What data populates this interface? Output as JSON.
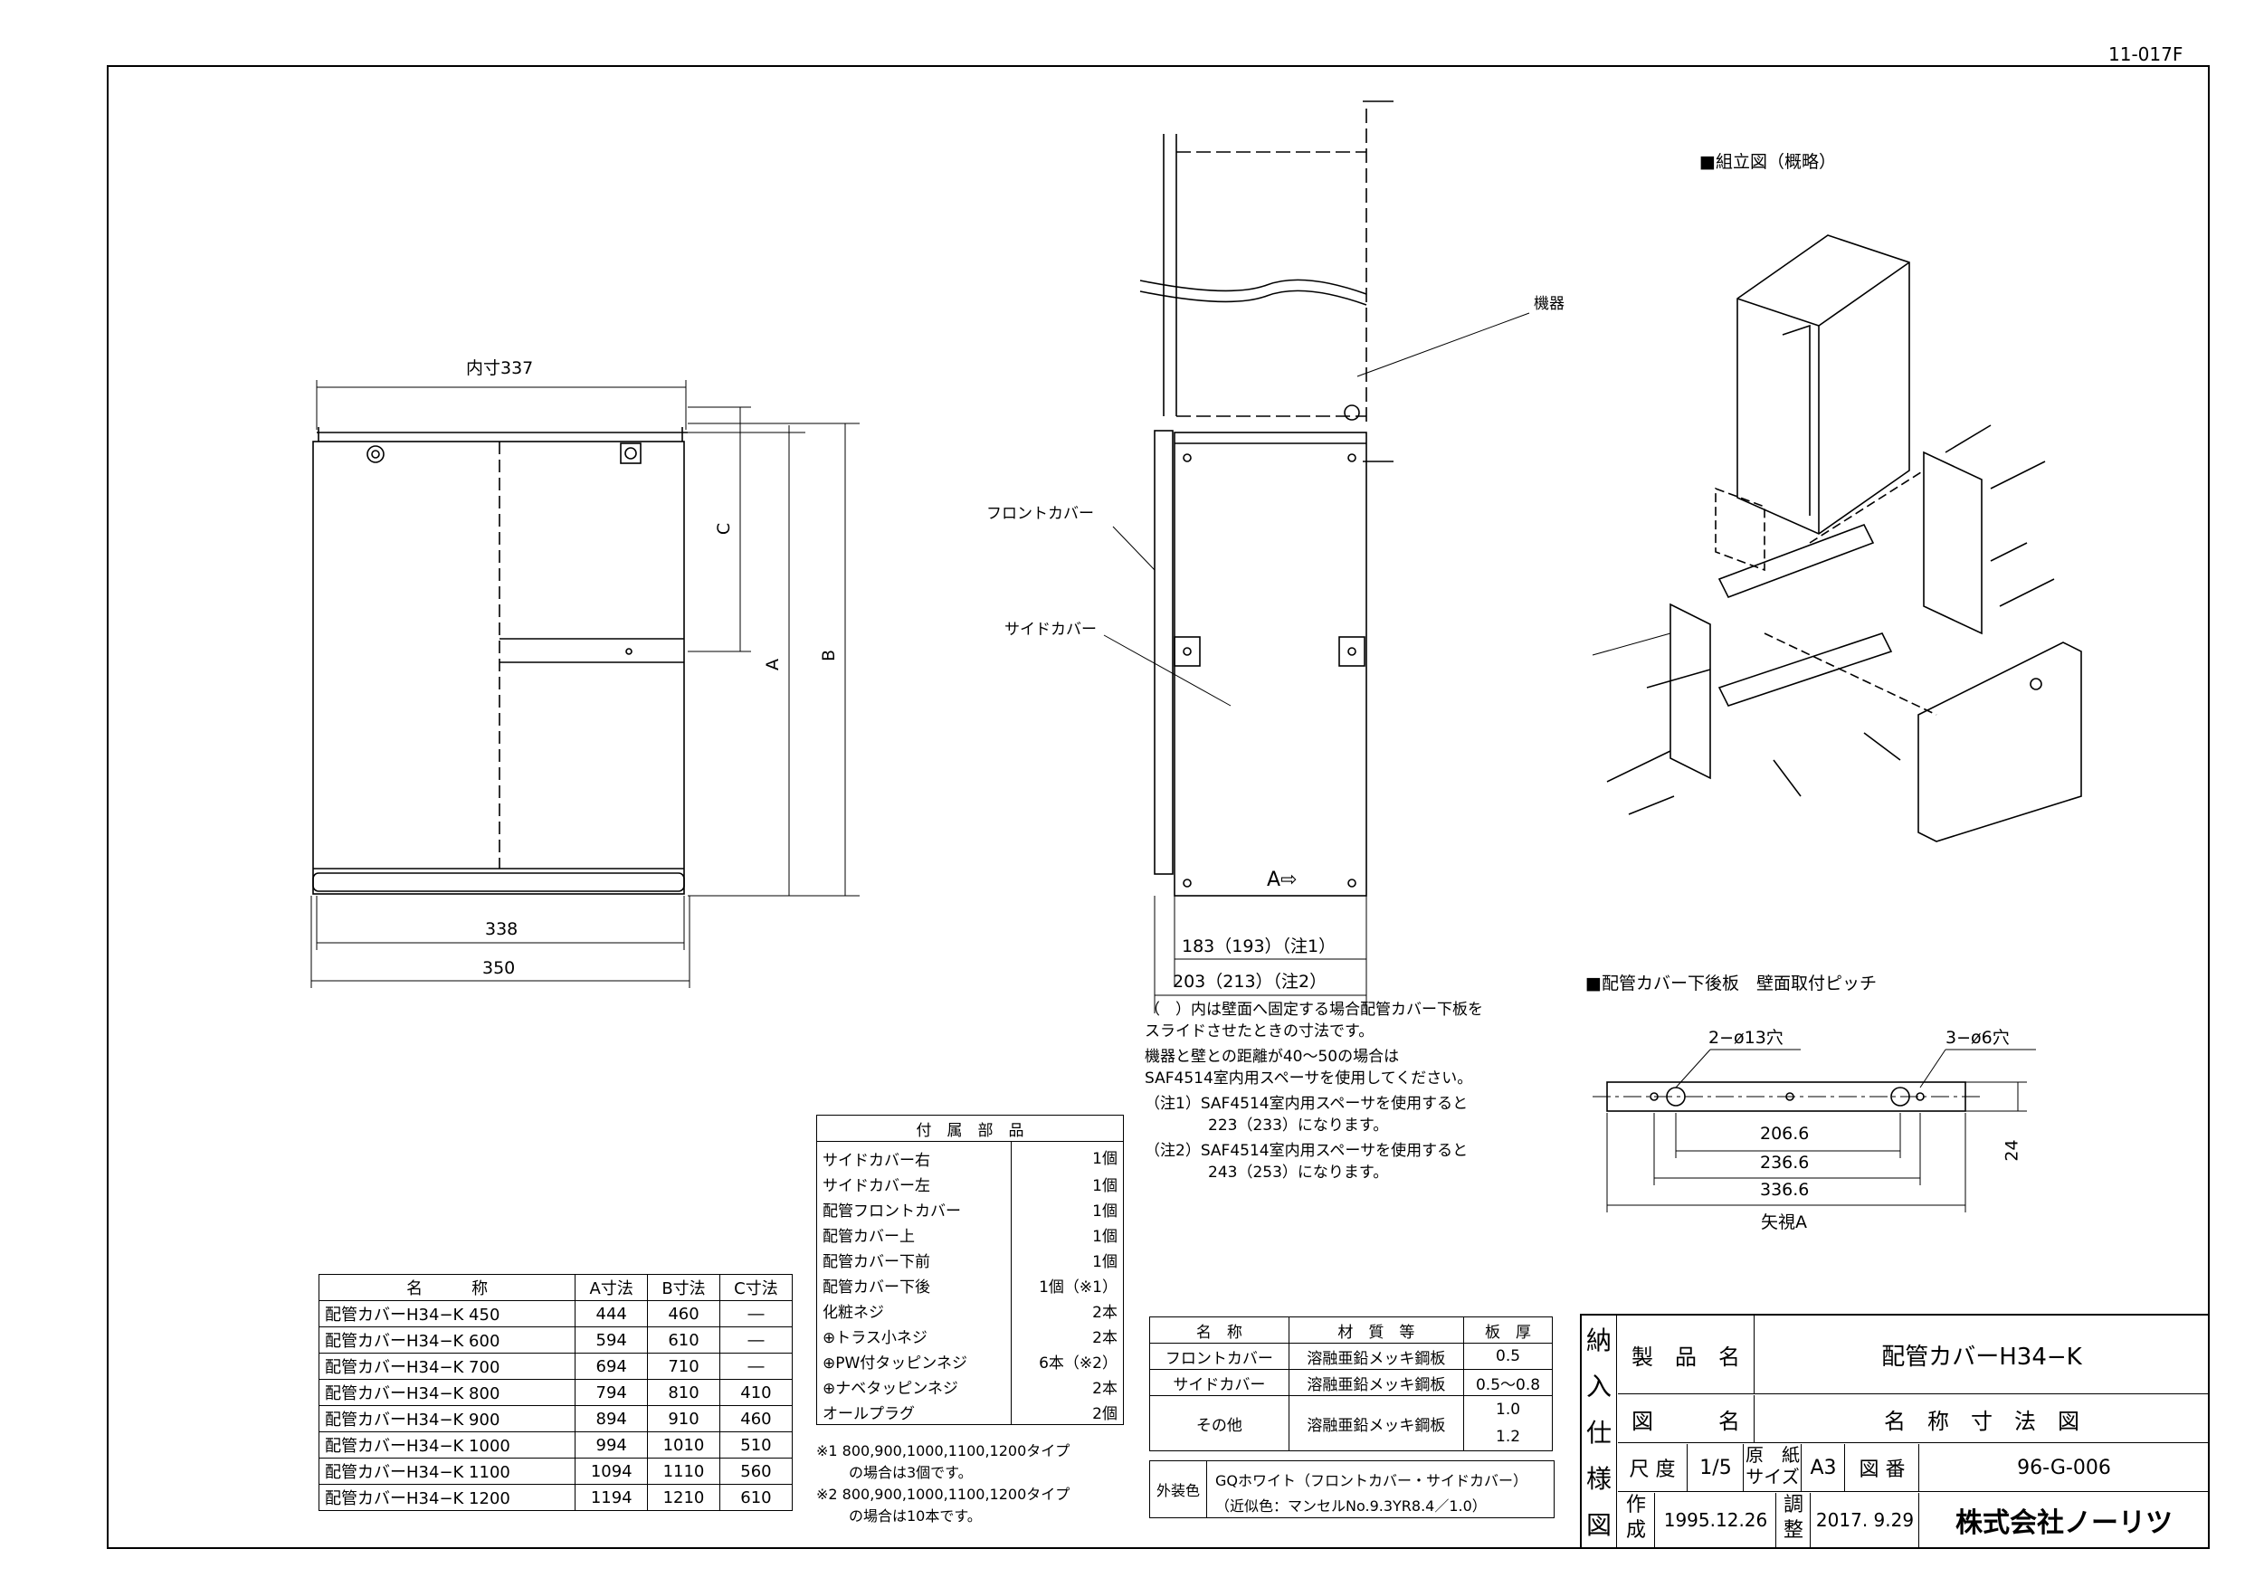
{
  "doc_number": "11-017F",
  "front_view": {
    "inner_label": "内寸337",
    "bottom_inner": "338",
    "bottom_outer": "350",
    "dim_c": "C",
    "dim_a": "A",
    "dim_b": "B"
  },
  "side_view": {
    "front_cover_label": "フロントカバー",
    "side_cover_label": "サイドカバー",
    "device_label": "機器",
    "arrow_label": "A⇨",
    "dim1": "183（193）（注1）",
    "dim2": "203（213）（注2）"
  },
  "notes": [
    "（　）内は壁面へ固定する場合配管カバー下板を",
    "スライドさせたときの寸法です。",
    "機器と壁との距離が40～50の場合は",
    "SAF4514室内用スペーサを使用してください。",
    "（注1）SAF4514室内用スペーサを使用すると",
    "223（233）になります。",
    "（注2）SAF4514室内用スペーサを使用すると",
    "243（253）になります。"
  ],
  "assembly": {
    "title": "■組立図（概略）"
  },
  "pitch_view": {
    "title": "■配管カバー下後板　壁面取付ピッチ",
    "hole_left": "2−ø13穴",
    "hole_right": "3−ø6穴",
    "d1": "206.6",
    "d2": "236.6",
    "d3": "336.6",
    "height": "24",
    "view_label": "矢視A"
  },
  "size_table": {
    "headers": [
      "名　　　称",
      "A寸法",
      "B寸法",
      "C寸法"
    ],
    "rows": [
      [
        "配管カバーH34−K 450",
        "444",
        "460",
        "―"
      ],
      [
        "配管カバーH34−K 600",
        "594",
        "610",
        "―"
      ],
      [
        "配管カバーH34−K 700",
        "694",
        "710",
        "―"
      ],
      [
        "配管カバーH34−K 800",
        "794",
        "810",
        "410"
      ],
      [
        "配管カバーH34−K 900",
        "894",
        "910",
        "460"
      ],
      [
        "配管カバーH34−K 1000",
        "994",
        "1010",
        "510"
      ],
      [
        "配管カバーH34−K 1100",
        "1094",
        "1110",
        "560"
      ],
      [
        "配管カバーH34−K 1200",
        "1194",
        "1210",
        "610"
      ]
    ]
  },
  "accessories": {
    "header": "付　属　部　品",
    "rows": [
      [
        "サイドカバー右",
        "1個"
      ],
      [
        "サイドカバー左",
        "1個"
      ],
      [
        "配管フロントカバー",
        "1個"
      ],
      [
        "配管カバー上",
        "1個"
      ],
      [
        "配管カバー下前",
        "1個"
      ],
      [
        "配管カバー下後",
        "1個（※1）"
      ],
      [
        "化粧ネジ",
        "2本"
      ],
      [
        "⊕トラス小ネジ",
        "2本"
      ],
      [
        "⊕PW付タッピンネジ",
        "6本（※2）"
      ],
      [
        "⊕ナベタッピンネジ",
        "2本"
      ],
      [
        "オールプラグ",
        "2個"
      ]
    ],
    "footnotes": [
      "※1 800,900,1000,1100,1200タイプ",
      "の場合は3個です。",
      "※2 800,900,1000,1100,1200タイプ",
      "の場合は10本です。"
    ]
  },
  "material_table": {
    "headers": [
      "名　称",
      "材　質　等",
      "板　厚"
    ],
    "rows": [
      [
        "フロントカバー",
        "溶融亜鉛メッキ鋼板",
        "0.5"
      ],
      [
        "サイドカバー",
        "溶融亜鉛メッキ鋼板",
        "0.5～0.8"
      ],
      [
        "その他",
        "溶融亜鉛メッキ鋼板",
        "1.0",
        "1.2"
      ]
    ],
    "color_label": "外装色",
    "color_line1": "GQホワイト（フロントカバー・サイドカバー）",
    "color_line2": "（近似色：マンセルNo.9.3YR8.4／1.0）"
  },
  "title_block": {
    "vertical": [
      "納",
      "入",
      "仕",
      "様",
      "図"
    ],
    "product_name_label": "製　品　名",
    "product_name": "配管カバーH34−K",
    "drawing_name_label": "図　　　名",
    "drawing_name": "名　称　寸　法　図",
    "scale_label": "尺 度",
    "scale": "1/5",
    "paper_label1": "原　紙",
    "paper_label2": "サイズ",
    "paper": "A3",
    "number_label": "図 番",
    "number": "96-G-006",
    "created_label1": "作",
    "created_label2": "成",
    "created": "1995.12.26",
    "adjusted_label1": "調",
    "adjusted_label2": "整",
    "adjusted": "2017. 9.29",
    "company": "株式会社ノーリツ"
  }
}
